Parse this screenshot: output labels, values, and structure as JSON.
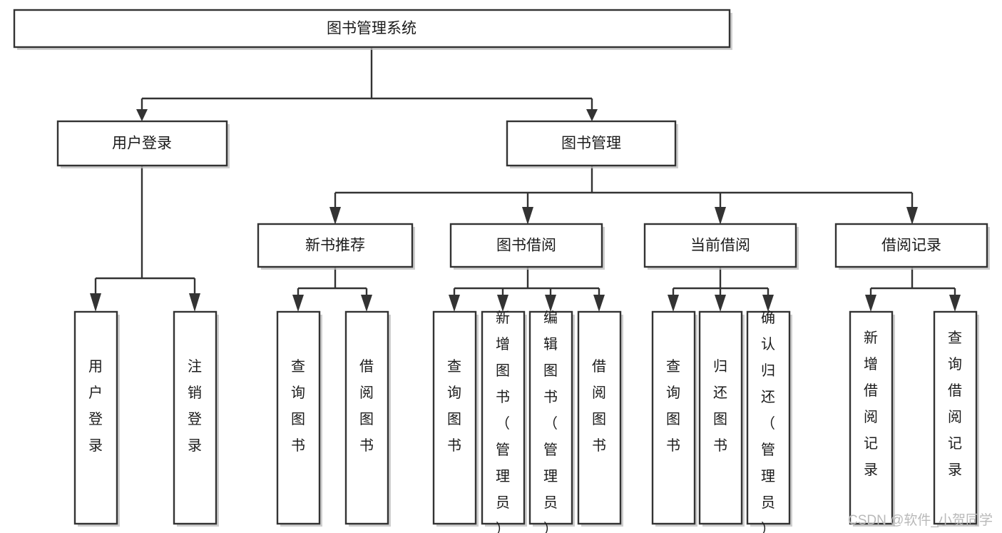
{
  "diagram": {
    "title": "图书管理系统",
    "type": "tree-hierarchy-diagram",
    "colors": {
      "box_stroke": "#333333",
      "box_fill": "#ffffff",
      "shadow": "#bdbdbd",
      "text": "#1b1b1b",
      "background": "#ffffff",
      "watermark": "#b9b9b9"
    },
    "root": {
      "label": "图书管理系统"
    },
    "level2": [
      {
        "label": "用户登录"
      },
      {
        "label": "图书管理"
      }
    ],
    "level3": [
      {
        "label": "新书推荐"
      },
      {
        "label": "图书借阅"
      },
      {
        "label": "当前借阅"
      },
      {
        "label": "借阅记录"
      }
    ],
    "leaves_user_login": [
      {
        "label": "用户登录"
      },
      {
        "label": "注销登录"
      }
    ],
    "leaves_new_book": [
      {
        "label": "查询图书"
      },
      {
        "label": "借阅图书"
      }
    ],
    "leaves_borrow_book": [
      {
        "label": "查询图书"
      },
      {
        "label": "新增图书（管理员）"
      },
      {
        "label": "编辑图书（管理员）"
      },
      {
        "label": "借阅图书"
      }
    ],
    "leaves_current_borrow": [
      {
        "label": "查询图书"
      },
      {
        "label": "归还图书"
      },
      {
        "label": "确认归还（管理员）"
      }
    ],
    "leaves_borrow_record": [
      {
        "label": "新增借阅记录"
      },
      {
        "label": "查询借阅记录"
      }
    ],
    "watermark": "CSDN @软件_小贺同学"
  }
}
